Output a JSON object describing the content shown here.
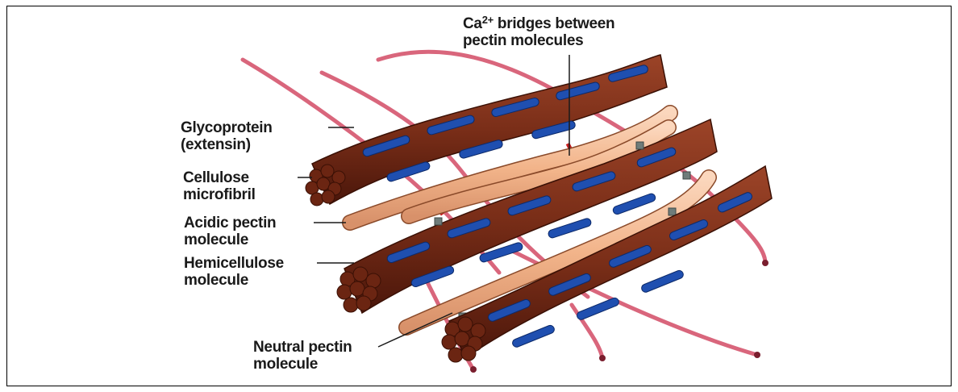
{
  "labels": {
    "ca_bridges": {
      "line1_prefix": "Ca",
      "line1_sup": "2+",
      "line1_rest": " bridges between",
      "line2": "pectin molecules"
    },
    "glycoprotein": {
      "line1": "Glycoprotein",
      "line2": "(extensin)"
    },
    "cellulose": {
      "line1": "Cellulose",
      "line2": "microfibril"
    },
    "acidic_pectin": {
      "line1": "Acidic pectin",
      "line2": "molecule"
    },
    "hemicellulose": {
      "line1": "Hemicellulose",
      "line2": "molecule"
    },
    "neutral_pectin": {
      "line1": "Neutral pectin",
      "line2": "molecule"
    }
  },
  "colors": {
    "cellulose_brown": "#7a2e18",
    "cellulose_dark": "#4a160a",
    "hemicellulose_blue": "#1f4fb0",
    "pectin_peach": "#f2b48a",
    "extensin_pink": "#d9667c",
    "ca_bridge_red": "#c81e1e",
    "neutral_link_gray": "#6f7c7a"
  }
}
